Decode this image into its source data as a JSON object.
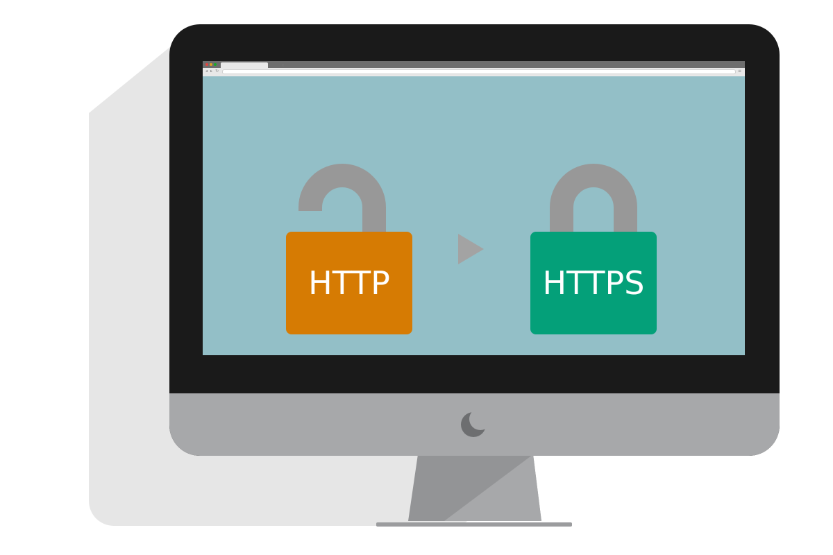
{
  "colors": {
    "http_lock": "#d67b03",
    "https_lock": "#04a079",
    "shackle": "#989898",
    "screen": "#93bfc7",
    "bezel": "#1a1a1a",
    "chin": "#a7a8aa",
    "arrow": "#a3a3a3"
  },
  "locks": {
    "http": {
      "label": "HTTP",
      "state": "unlocked"
    },
    "https": {
      "label": "HTTPS",
      "state": "locked"
    }
  },
  "icons": {
    "transition": "play-arrow-icon",
    "brand": "crescent-logo-icon"
  }
}
